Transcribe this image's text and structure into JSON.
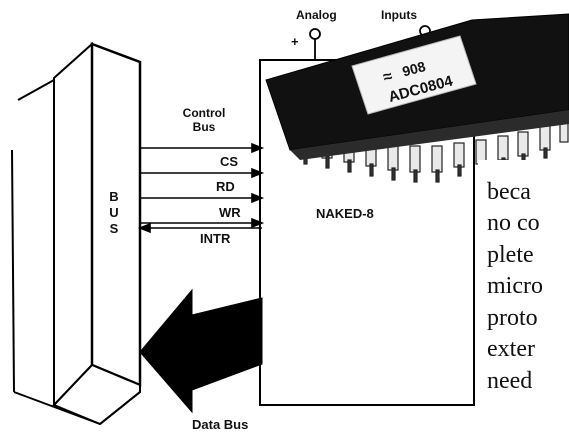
{
  "analog_inputs": {
    "analog": "Analog",
    "inputs": "Inputs",
    "plus": "+",
    "minus": "–"
  },
  "chip": {
    "logo": "≈",
    "number": "908",
    "part": "ADC0804"
  },
  "bus": {
    "letters": [
      "B",
      "U",
      "S"
    ]
  },
  "control_bus": {
    "line1": "Control",
    "line2": "Bus"
  },
  "signals": [
    "CS",
    "RD",
    "WR",
    "INTR"
  ],
  "board_label": "NAKED-8",
  "data_bus_label": "Data Bus",
  "body_text_fragments": [
    "beca",
    "no co",
    "plete",
    "micro",
    "proto",
    "exter",
    "need"
  ]
}
